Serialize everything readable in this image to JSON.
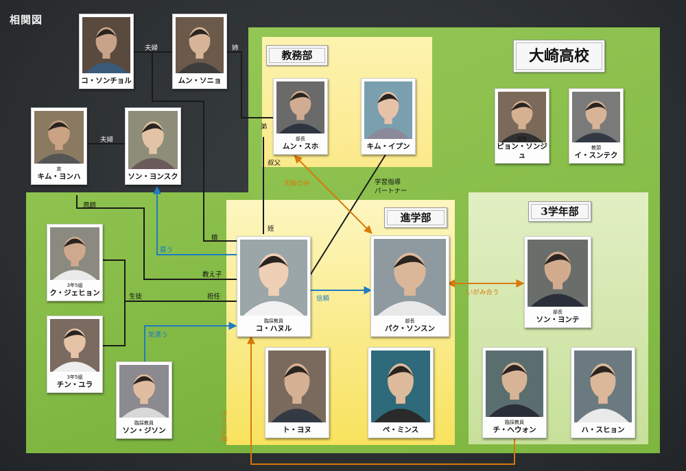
{
  "page_title": "相関図",
  "school": "大崎高校",
  "departments": {
    "kyomu": "教務部",
    "shingaku": "進学部",
    "sannen": "3学年部"
  },
  "people": {
    "ko_sonchoru": {
      "role": "",
      "name": "コ・ソンチョル"
    },
    "mun_sonyo": {
      "role": "",
      "name": "ムン・ソニョ"
    },
    "kim_yonha": {
      "role": "故",
      "name": "キム・ヨンハ"
    },
    "son_yonsuku": {
      "role": "",
      "name": "ソン・ヨンスク"
    },
    "mun_suho": {
      "role": "部長",
      "name": "ムン・スホ"
    },
    "kim_ipun": {
      "role": "",
      "name": "キム・イプン"
    },
    "pyon_sonju": {
      "role": "校長",
      "name": "ピョン・ソンジュ"
    },
    "i_suntekku": {
      "role": "教頭",
      "name": "イ・スンテク"
    },
    "ku_jehyon": {
      "role": "3年5組",
      "name": "ク・ジェヒョン"
    },
    "chin_yura": {
      "role": "3年5組",
      "name": "チン・ユラ"
    },
    "son_jison": {
      "role": "臨採教員",
      "name": "ソン・ジソン"
    },
    "ko_hanuru": {
      "role": "臨採教員",
      "name": "コ・ハヌル"
    },
    "paku_sonsun": {
      "role": "部長",
      "name": "パク・ソンスン"
    },
    "son_yonte": {
      "role": "部長",
      "name": "ソン・ヨンテ"
    },
    "to_yonu": {
      "role": "",
      "name": "ト・ヨヌ"
    },
    "pe_minsu": {
      "role": "",
      "name": "ペ・ミンス"
    },
    "chi_hewon": {
      "role": "臨採教員",
      "name": "チ・ヘウォン"
    },
    "ha_suhyon": {
      "role": "",
      "name": "ハ・スヒョン"
    }
  },
  "relations": {
    "fufu_top": "夫婦",
    "ane": "姉",
    "fufu_left": "夫婦",
    "otouto": "弟",
    "oji": "叔父",
    "kenen": "犬猿の仲",
    "gakushu_1": "学習指導",
    "gakushu_2": "パートナー",
    "onshi": "恩師",
    "mei_musume": "娘",
    "mei": "姪",
    "shitau": "慕う",
    "oshiego": "教え子",
    "seito": "生徒",
    "tannin": "担任",
    "shinrai": "信頼",
    "igamiau": "いがみ合う",
    "kizukau": "気遣う",
    "rivaru": "ライバル視"
  },
  "colors": {
    "blue_arrow": "#1f7dc0",
    "orange_arrow": "#d9790a",
    "dark_line": "#1a1a1a",
    "green_zone": "#8cc04c",
    "yellow_zone": "#fdf2a8"
  }
}
